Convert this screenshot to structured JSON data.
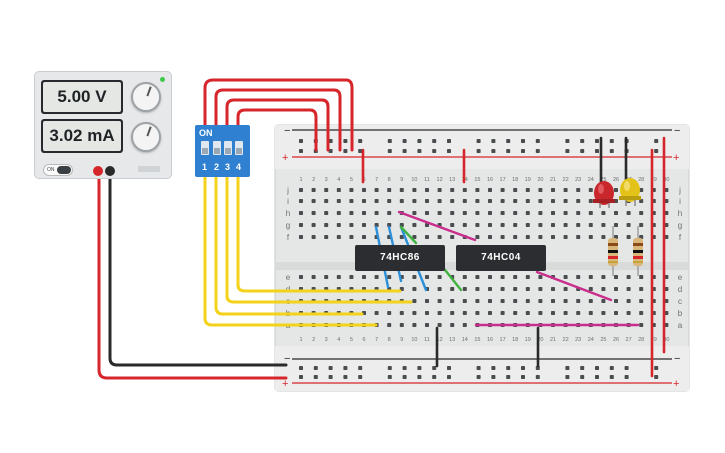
{
  "power_supply": {
    "voltage_display": "5.00 V",
    "current_display": "3.02 mA",
    "switch_label": "ON"
  },
  "dip_switch": {
    "on_label": "ON",
    "switch_numbers": [
      "1",
      "2",
      "3",
      "4"
    ]
  },
  "breadboard": {
    "row_labels_top": [
      "j",
      "i",
      "h",
      "g",
      "f"
    ],
    "row_labels_bottom": [
      "e",
      "d",
      "c",
      "b",
      "a"
    ],
    "column_numbers": [
      "1",
      "2",
      "3",
      "4",
      "5",
      "6",
      "7",
      "8",
      "9",
      "10",
      "11",
      "12",
      "13",
      "14",
      "15",
      "16",
      "17",
      "18",
      "19",
      "20",
      "21",
      "22",
      "23",
      "24",
      "25",
      "26",
      "27",
      "28",
      "29",
      "30"
    ],
    "rail_minus": "−",
    "rail_plus": "+"
  },
  "chips": {
    "chip1": "74HC86",
    "chip2": "74HC04"
  },
  "colors": {
    "wire_red": "#d6262b",
    "wire_black": "#2a2a2a",
    "wire_yellow": "#f3d219",
    "wire_blue": "#2c8fd9",
    "wire_green": "#3fb23f",
    "wire_magenta": "#c92e8c",
    "led_red": "#c9272c",
    "led_yellow": "#e3c21a",
    "dip_blue": "#2f80d1"
  }
}
